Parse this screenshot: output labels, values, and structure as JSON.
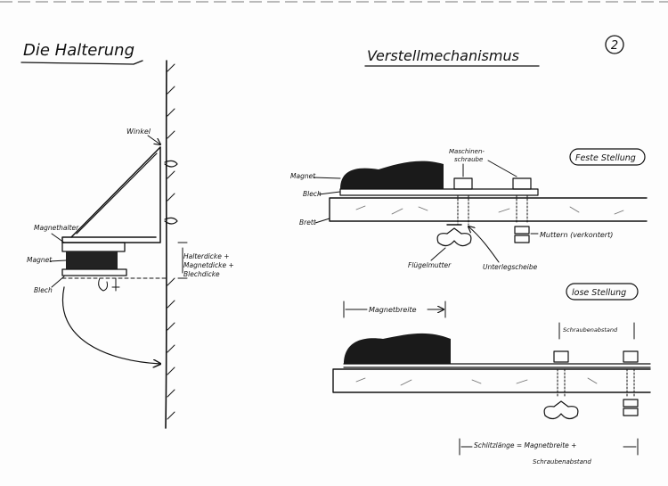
{
  "page": {
    "number": "2"
  },
  "left": {
    "title": "Die Halterung",
    "labels": {
      "winkel": "Winkel",
      "magnethalter": "Magnethalter",
      "magnet": "Magnet",
      "blech": "Blech",
      "dim_line1": "Halterdicke +",
      "dim_line2": "Magnetdicke +",
      "dim_line3": "Blechdicke"
    }
  },
  "right": {
    "title": "Verstellmechanismus",
    "feste": {
      "state": "Feste Stellung",
      "magnet": "Magnet",
      "blech": "Blech",
      "brett": "Brett",
      "schraube_line1": "Maschinen-",
      "schraube_line2": "schraube",
      "muttern": "Muttern (verkontert)",
      "fluegelmutter": "Flügelmutter",
      "unterlegscheibe": "Unterlegscheibe"
    },
    "lose": {
      "state": "lose Stellung",
      "magnetbreite": "Magnetbreite",
      "schraubenabstand": "Schraubenabstand",
      "formula_line1": "Schlitzlänge = Magnetbreite +",
      "formula_line2": "Schraubenabstand"
    }
  }
}
